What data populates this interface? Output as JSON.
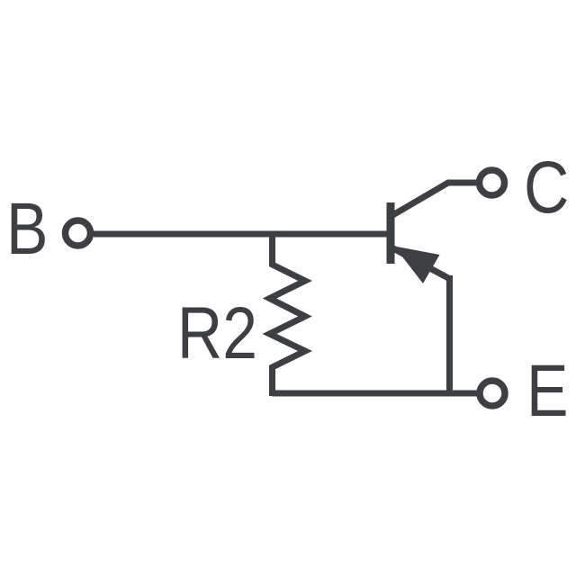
{
  "schematic": {
    "labels": {
      "base": "B",
      "collector": "C",
      "emitter": "E",
      "resistor": "R2"
    },
    "colors": {
      "line": "#3d3f42",
      "background": "#ffffff"
    }
  }
}
